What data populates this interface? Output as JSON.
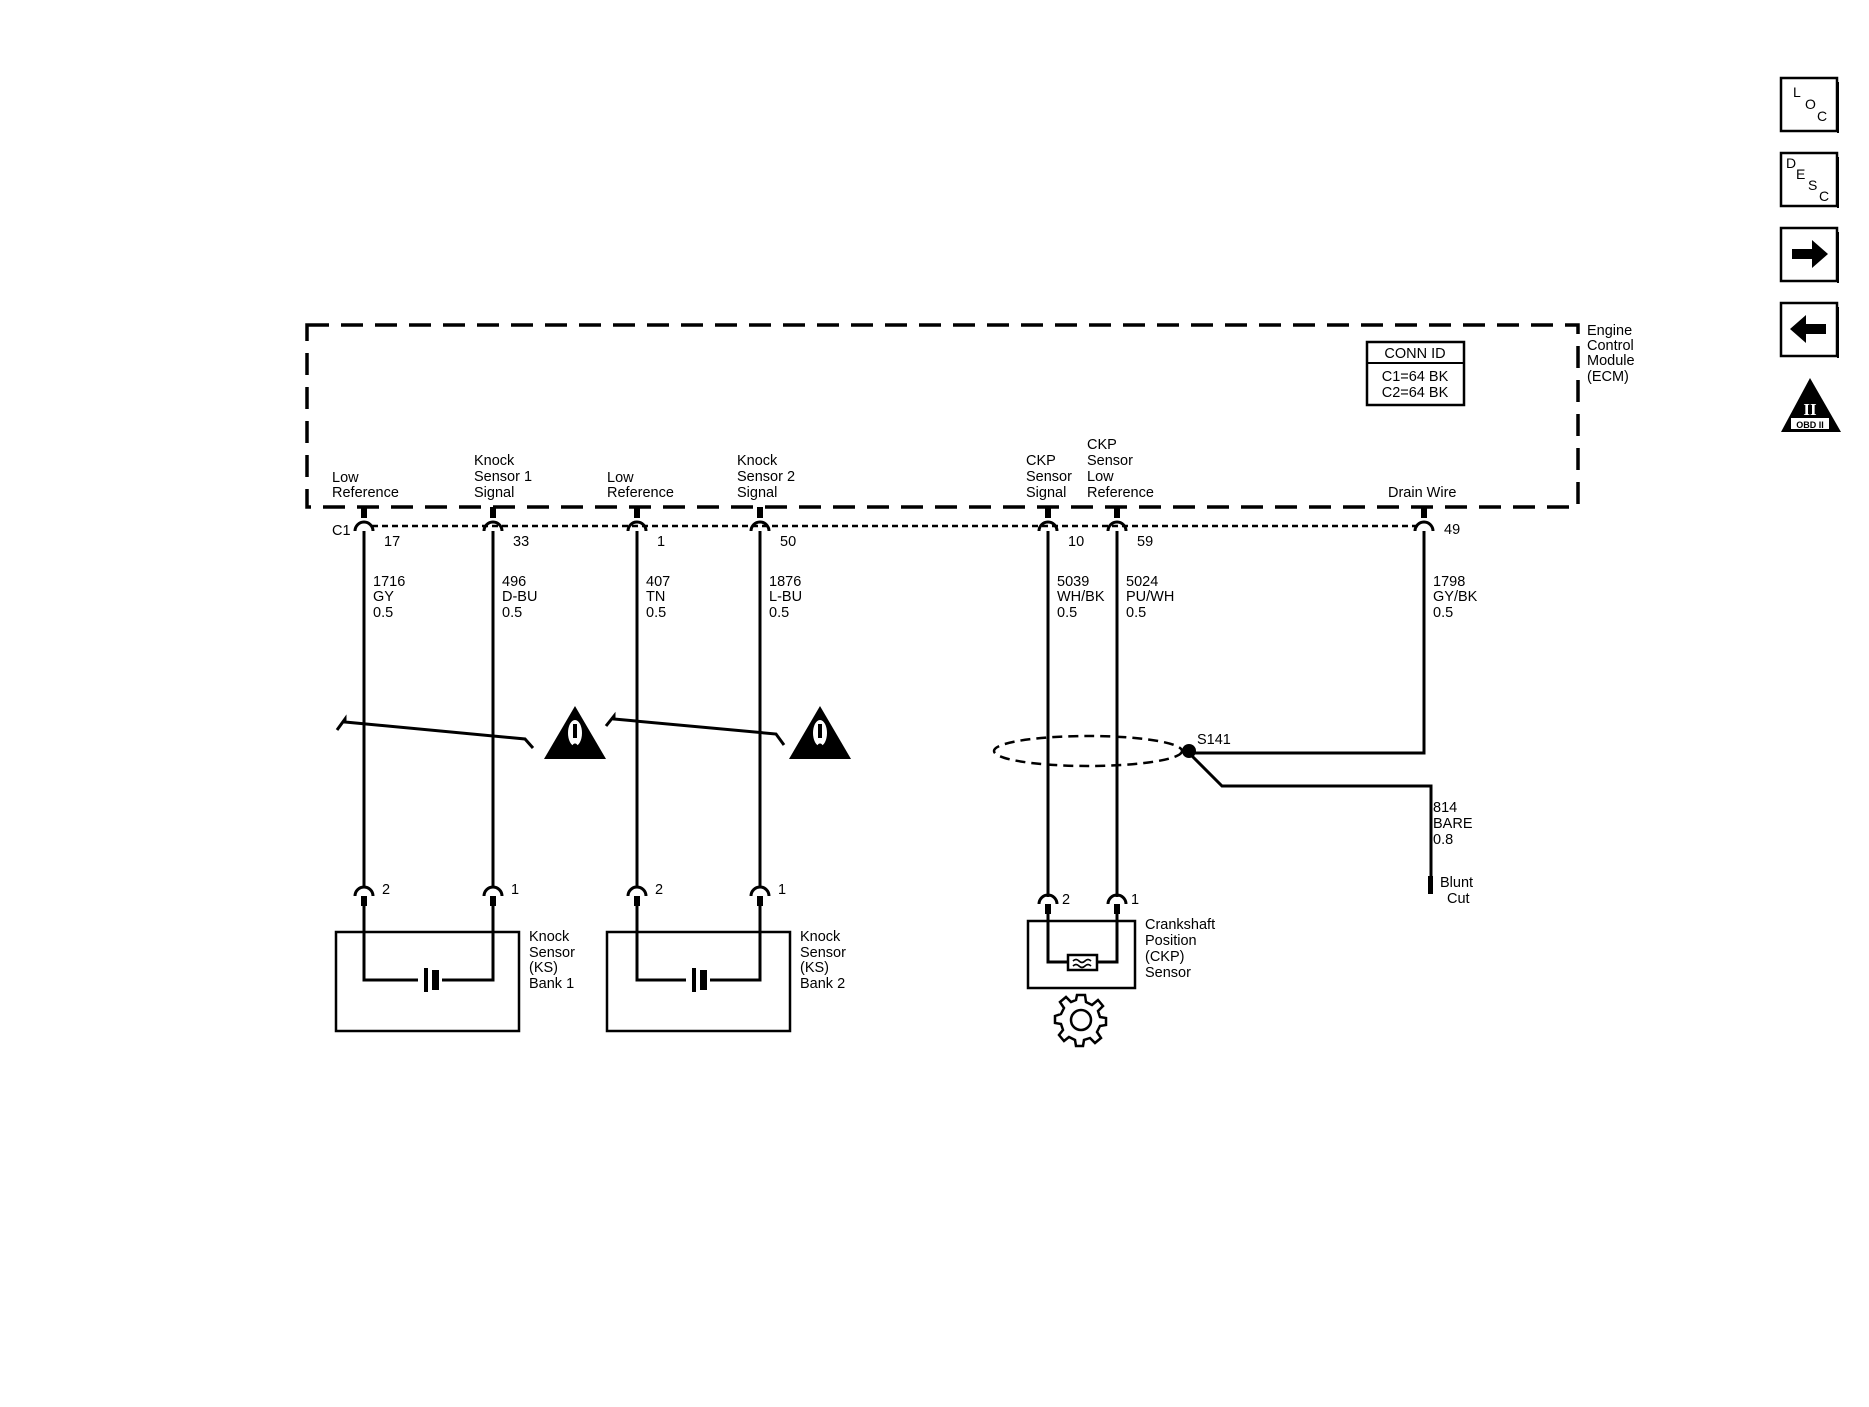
{
  "module": {
    "name_lines": [
      "Engine",
      "Control",
      "Module",
      "(ECM)"
    ],
    "conn_id_title": "CONN ID",
    "conn_id_lines": [
      "C1=64 BK",
      "C2=64 BK"
    ],
    "connector_label": "C1"
  },
  "pins": [
    {
      "label_lines": [
        "Low",
        "Reference"
      ],
      "pin": "17",
      "wire": [
        "1716",
        "GY",
        "0.5"
      ],
      "sensor_pin": "2"
    },
    {
      "label_lines": [
        "Knock",
        "Sensor 1",
        "Signal"
      ],
      "pin": "33",
      "wire": [
        "496",
        "D-BU",
        "0.5"
      ],
      "sensor_pin": "1"
    },
    {
      "label_lines": [
        "Low",
        "Reference"
      ],
      "pin": "1",
      "wire": [
        "407",
        "TN",
        "0.5"
      ],
      "sensor_pin": "2"
    },
    {
      "label_lines": [
        "Knock",
        "Sensor 2",
        "Signal"
      ],
      "pin": "50",
      "wire": [
        "1876",
        "L-BU",
        "0.5"
      ],
      "sensor_pin": "1"
    },
    {
      "label_lines": [
        "CKP",
        "Sensor",
        "Signal"
      ],
      "pin": "10",
      "wire": [
        "5039",
        "WH/BK",
        "0.5"
      ],
      "sensor_pin": "2"
    },
    {
      "label_lines": [
        "CKP",
        "Sensor",
        "Low",
        "Reference"
      ],
      "pin": "59",
      "wire": [
        "5024",
        "PU/WH",
        "0.5"
      ],
      "sensor_pin": "1"
    },
    {
      "label_lines": [
        "Drain Wire"
      ],
      "pin": "49",
      "wire": [
        "1798",
        "GY/BK",
        "0.5"
      ]
    }
  ],
  "splice": {
    "label": "S141",
    "wire": [
      "814",
      "BARE",
      "0.8"
    ],
    "end_lines": [
      "Blunt",
      "Cut"
    ]
  },
  "components": [
    {
      "lines": [
        "Knock",
        "Sensor",
        "(KS)",
        "Bank 1"
      ]
    },
    {
      "lines": [
        "Knock",
        "Sensor",
        "(KS)",
        "Bank 2"
      ]
    },
    {
      "lines": [
        "Crankshaft",
        "Position",
        "(CKP)",
        "Sensor"
      ]
    }
  ],
  "nav": {
    "loc": [
      "L",
      "O",
      "C"
    ],
    "desc": [
      "D",
      "E",
      "S",
      "C"
    ],
    "obd": [
      "II",
      "OBD II"
    ]
  }
}
